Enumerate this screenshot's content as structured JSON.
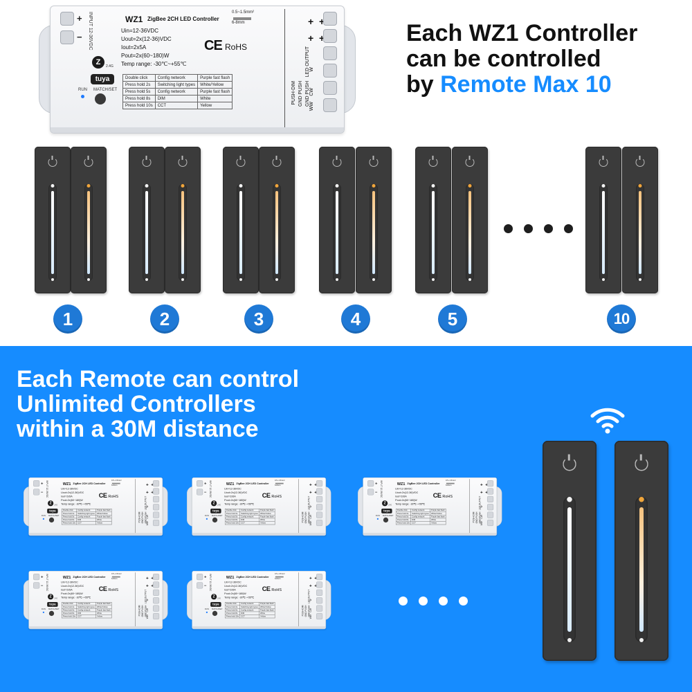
{
  "top": {
    "heading_line1": "Each WZ1 Controller",
    "heading_line2": "can be controlled",
    "heading_line3_prefix": "by ",
    "heading_line3_highlight": "Remote Max 10",
    "remote_numbers": [
      "1",
      "2",
      "3",
      "4",
      "5",
      "10"
    ]
  },
  "bottom": {
    "heading_line1": "Each Remote can control",
    "heading_line2": "Unlimited Controllers",
    "heading_line3": "within a 30M distance"
  },
  "controller": {
    "model": "WZ1",
    "title": "ZigBee 2CH LED Controller",
    "input_label": "INPUT 12-36VDC",
    "wire_spec_1": "0.5~1.5mm²",
    "wire_spec_2": "6-8mm",
    "specs": [
      "Uin=12-36VDC",
      "Uout=2x(12-36)VDC",
      "Iout=2x5A",
      "Pout=2x(60~180)W",
      "Temp range: -30℃~+55℃"
    ],
    "ce": "CE",
    "rohs": "RoHS",
    "zigbee": "Z",
    "band": "2.4G",
    "tuya": "tuya",
    "run": "RUN",
    "match": "MATCH/SET",
    "table": [
      [
        "Double click",
        "Config network",
        "Purple fast flash"
      ],
      [
        "Press hold 2s",
        "Switching light types",
        "White/Yellow"
      ],
      [
        "Press hold 5s",
        "Config network",
        "Purple fast flash"
      ],
      [
        "Press hold 8s",
        "DIM",
        "White"
      ],
      [
        "Press hold 10s",
        "CCT",
        "Yellow"
      ]
    ],
    "out_label": "LED OUTPUT",
    "out_col1": "PUSH-DIM",
    "out_col2": "GND PUSH",
    "out_col3": "GND PUSH",
    "out_w": "W",
    "out_cw": "CW",
    "out_ww": "WW",
    "plus": "+",
    "minus": "−"
  },
  "colors": {
    "accent": "#168cff",
    "badge": "#1f79d6",
    "remote_body": "#3b3b3b"
  }
}
